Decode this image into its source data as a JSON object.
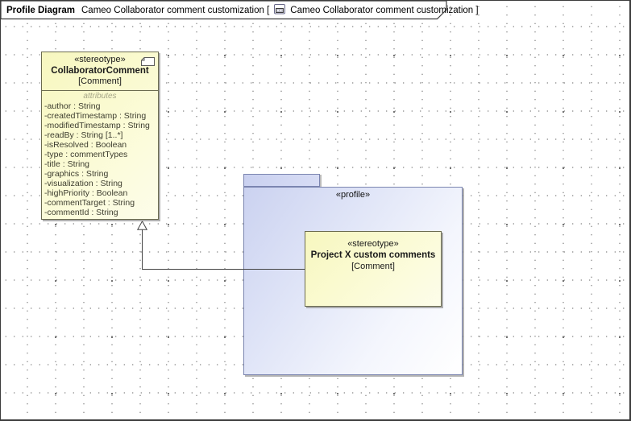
{
  "frame": {
    "diagram_type": "Profile Diagram",
    "diagram_name": "Cameo Collaborator comment customization [",
    "diagram_ref": "Cameo Collaborator comment customization ]"
  },
  "collaborator_comment": {
    "stereotype": "«stereotype»",
    "name": "CollaboratorComment",
    "metaclass": "[Comment]",
    "section_label": "attributes",
    "attributes": [
      "-author : String",
      "-createdTimestamp : String",
      "-modifiedTimestamp : String",
      "-readBy : String [1..*]",
      "-isResolved : Boolean",
      "-type : commentTypes",
      "-title : String",
      "-graphics : String",
      "-visualization : String",
      "-highPriority : Boolean",
      "-commentTarget : String",
      "-commentId : String"
    ]
  },
  "profile_package": {
    "stereotype": "«profile»"
  },
  "project_x": {
    "stereotype": "«stereotype»",
    "name": "Project X custom comments",
    "metaclass": "[Comment]"
  },
  "colors": {
    "box_fill": "#fbfbd6",
    "box_border": "#6b6b4f",
    "package_fill": "#cbd2f0",
    "package_border": "#7b85b0",
    "connector": "#454545",
    "attrs_label": "#a6a687"
  }
}
